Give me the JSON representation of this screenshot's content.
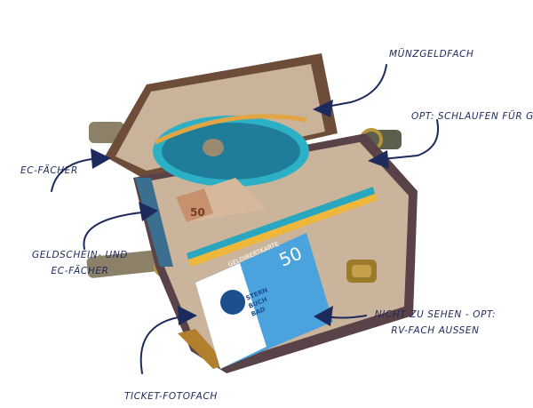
{
  "labels": {
    "muenzgeldfach": "MÜNZGELDFACH",
    "schlaufen": "OPT: SCHLAUFEN FÜR GURT",
    "ec_faecher": "EC-FÄCHER",
    "geldschein_line1": "GELDSCHEIN- UND",
    "geldschein_line2": "EC-FÄCHER",
    "nicht_line1": "NICHT ZU SEHEN - OPT:",
    "nicht_line2": "RV-FACH AUSSEN",
    "ticket": "TICKET-FOTOFACH"
  },
  "card": {
    "title": "GELDWERTKARTE",
    "value": "50",
    "brand_line1": "STERN",
    "brand_line2": "BUCH",
    "brand_line3": "BAD"
  },
  "banknote": {
    "value": "50"
  },
  "colors": {
    "label_ink": "#1d2a5c",
    "lining": "#c9b39a",
    "outer": "#5a4348",
    "teal": "#2aa7c0",
    "card_blue": "#4aa3dd",
    "strap": "#8c8068",
    "clasp": "#9b7a2a"
  }
}
